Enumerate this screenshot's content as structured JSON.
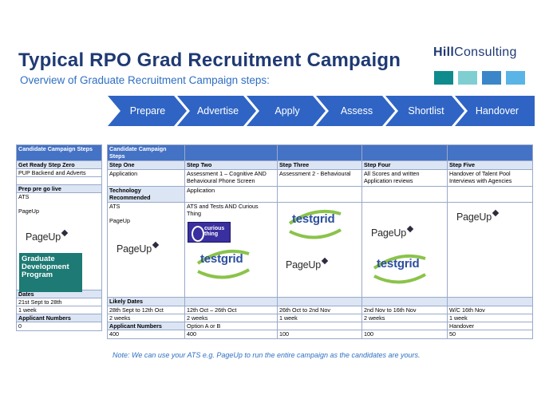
{
  "header": {
    "title": "Typical RPO Grad Recruitment Campaign",
    "subtitle": "Overview of Graduate Recruitment Campaign steps:"
  },
  "logo": {
    "part1": "Hill",
    "part2": "Consulting",
    "swatch_colors": [
      "#0f8b8d",
      "#7fcfd2",
      "#3b86c8",
      "#5bb4e6"
    ]
  },
  "steps": [
    "Prepare",
    "Advertise",
    "Apply",
    "Assess",
    "Shortlist",
    "Handover"
  ],
  "left_table": {
    "header": "Candidate Campaign Steps",
    "get_ready": "Get Ready Step Zero",
    "pup": "PUP Backend and Adverts",
    "prep": "Prep pre go live",
    "ats": "ATS",
    "pageup_text": "PageUp",
    "dates_label": "Dates",
    "dates": "21st Sept to 28th",
    "duration": "1 week",
    "applicants_label": "Applicant Numbers",
    "applicants": "0"
  },
  "main_table": {
    "header": "Candidate Campaign Steps",
    "step_labels": [
      "Step One",
      "Step Two",
      "Step Three",
      "Step Four",
      "Step Five"
    ],
    "step_desc": [
      "Application",
      [
        "Assessment 1 – Cognitive AND",
        "Behavioural Phone Screen"
      ],
      "Assessment 2 - Behavioural",
      [
        "All Scores and written",
        "Application reviews"
      ],
      [
        "Handover of Talent Pool",
        "Interviews with Agencies"
      ]
    ],
    "tech_label": [
      "Technology",
      "Recommended"
    ],
    "tech_two": "Application",
    "tech_row": [
      "ATS",
      [
        "ATS and Tests AND Curious",
        "Thing"
      ],
      "",
      "",
      ""
    ],
    "pageup_label": "PageUp",
    "likely_dates_label": "Likely Dates",
    "dates": [
      "28th Sept to 12th Oct",
      "12th  Oct – 26th Oct",
      "26th Oct to 2nd Nov",
      "2nd Nov to 16th Nov",
      "W/C 16th Nov"
    ],
    "durations": [
      "2 weeks",
      "2 weeks",
      "1 week",
      "2 weeks",
      "1 week"
    ],
    "applicant_label": "Applicant Numbers",
    "applicant_options": [
      "",
      "Option A or B",
      "",
      "",
      "Handover"
    ],
    "applicants": [
      "400",
      "400",
      "100",
      "100",
      "50"
    ]
  },
  "graduate_program": [
    "Graduate",
    "Development",
    "Program"
  ],
  "curious_thing": [
    "curious",
    "thing"
  ],
  "testgrid_text": "testgrid",
  "note": "Note: We can use your ATS e.g. PageUp to run the entire campaign as the candidates are yours."
}
